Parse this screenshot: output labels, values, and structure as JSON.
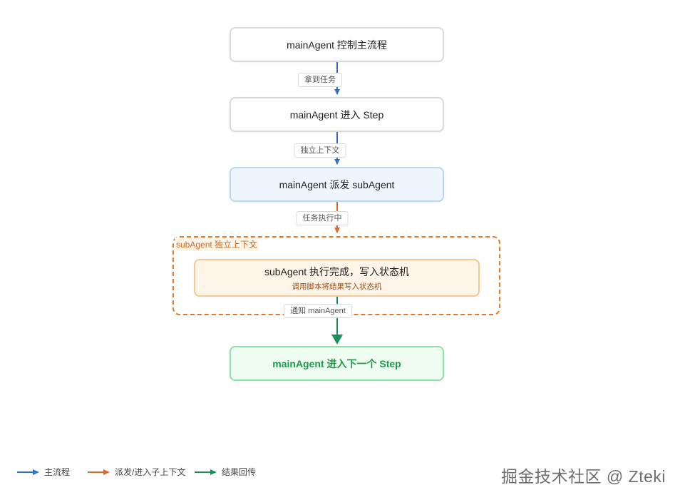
{
  "colors": {
    "main": "#2f6fd0",
    "dispatch": "#e0692a",
    "return": "#19935a"
  },
  "nodes": [
    {
      "id": "control",
      "label": "mainAgent 控制主流程"
    },
    {
      "id": "enter-step",
      "label": "mainAgent 进入 Step"
    },
    {
      "id": "dispatch",
      "label": "mainAgent 派发 subAgent"
    },
    {
      "id": "sub-complete",
      "label": "subAgent 执行完成，写入状态机",
      "sublabel": "调用脚本将结果写入状态机"
    },
    {
      "id": "next-step",
      "label": "mainAgent 进入下一个 Step"
    }
  ],
  "edges": [
    {
      "from": "control",
      "to": "enter-step",
      "label": "拿到任务",
      "kind": "main"
    },
    {
      "from": "enter-step",
      "to": "dispatch",
      "label": "独立上下文",
      "kind": "main"
    },
    {
      "from": "dispatch",
      "to": "sub-complete",
      "label": "任务执行中",
      "kind": "dispatch"
    },
    {
      "from": "sub-complete",
      "to": "next-step",
      "label": "通知 mainAgent",
      "kind": "return"
    }
  ],
  "group": {
    "label": "subAgent 独立上下文"
  },
  "legend": [
    {
      "label": "主流程",
      "kind": "main"
    },
    {
      "label": "派发/进入子上下文",
      "kind": "dispatch"
    },
    {
      "label": "结果回传",
      "kind": "return"
    }
  ],
  "watermark": "掘金技术社区 @ Zteki"
}
